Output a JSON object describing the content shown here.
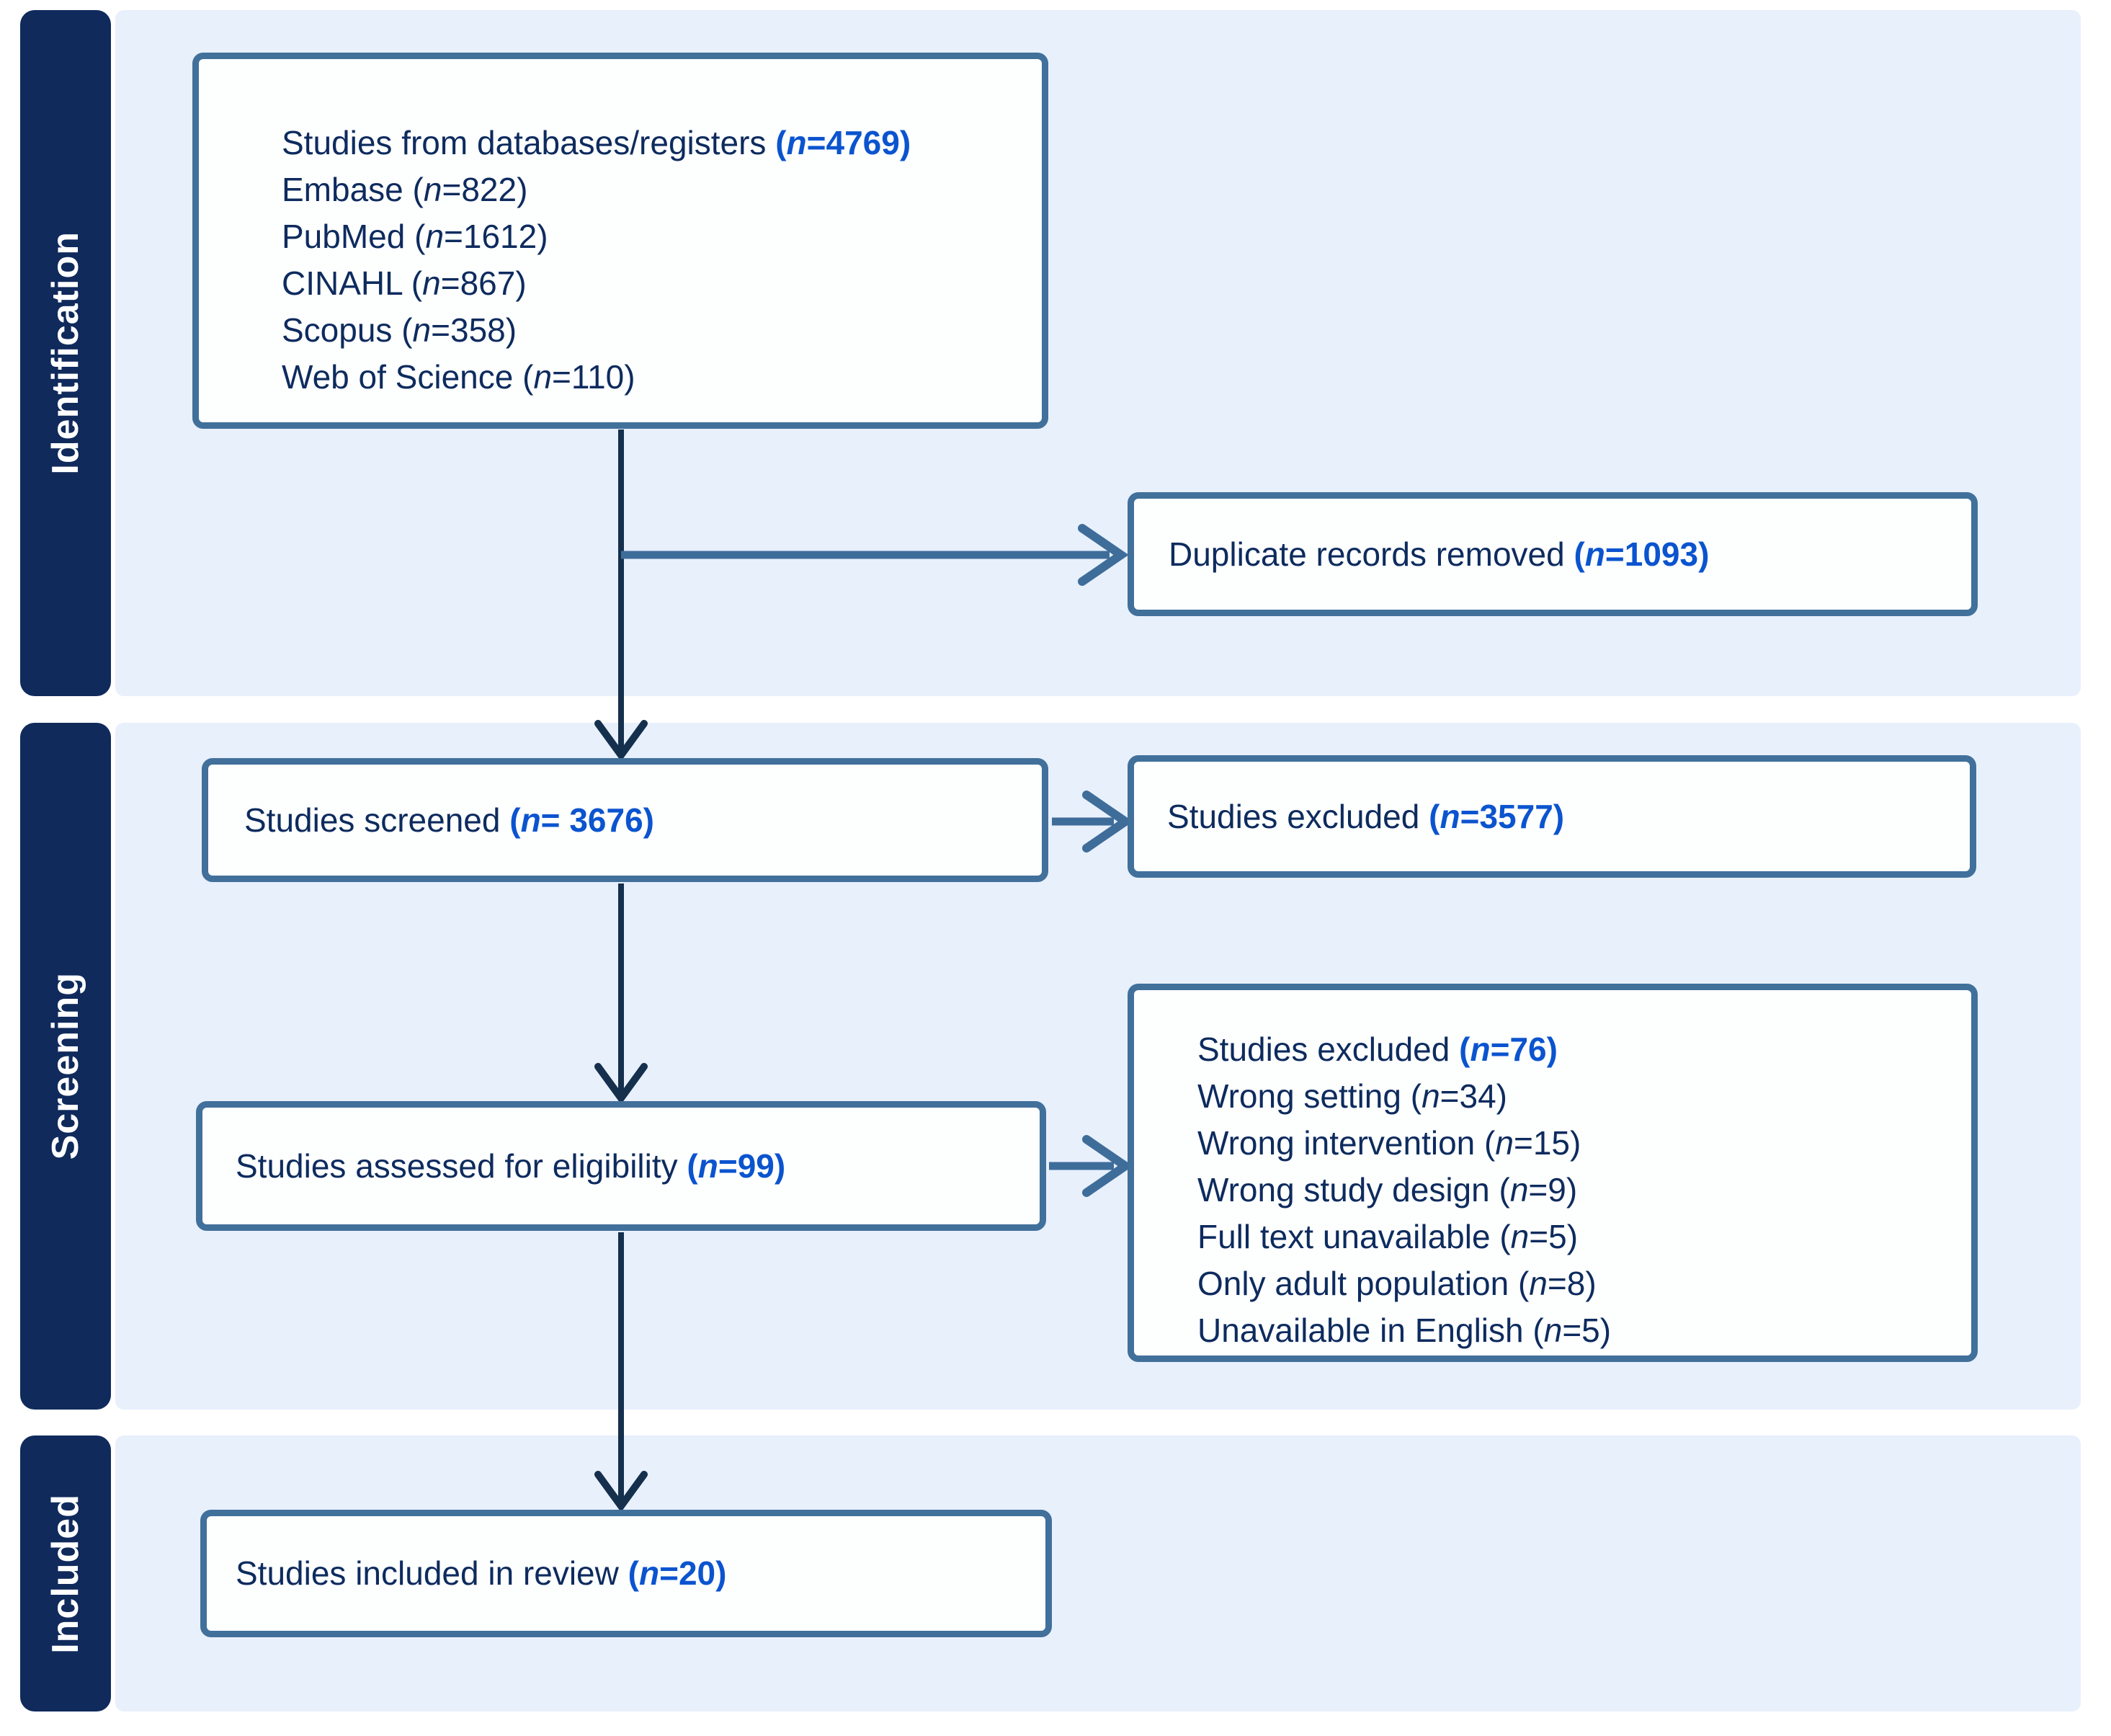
{
  "colors": {
    "navy": "#102a5c",
    "panel": "#e8f0fc",
    "box-border": "#41709b",
    "dark-arrow": "#15304d",
    "steel-arrow": "#3f6d9a",
    "text-navy": "#0d2b5e",
    "accent-blue": "#0b54cf",
    "label-white": "#ffffff"
  },
  "sections": [
    {
      "label": "Identification"
    },
    {
      "label": "Screening"
    },
    {
      "label": "Included"
    }
  ],
  "boxes": {
    "databases": {
      "title": {
        "pre": "Studies from databases/registers ",
        "open": "(",
        "n": "n",
        "rest": "=4769)"
      },
      "rows": [
        {
          "pre": "Embase (",
          "n": "n",
          "rest": "=822)"
        },
        {
          "pre": "PubMed (",
          "n": "n",
          "rest": "=1612)"
        },
        {
          "pre": "CINAHL (",
          "n": "n",
          "rest": "=867)"
        },
        {
          "pre": "Scopus (",
          "n": "n",
          "rest": "=358)"
        },
        {
          "pre": "Web of Science (",
          "n": "n",
          "rest": "=110)"
        }
      ]
    },
    "duplicates": {
      "pre": "Duplicate records removed ",
      "open": "(",
      "n": "n",
      "rest": "=1093)"
    },
    "screened": {
      "pre": "Studies screened ",
      "open": "(",
      "n": "n",
      "rest": "= 3676)"
    },
    "excluded_screening": {
      "pre": "Studies excluded ",
      "open": "(",
      "n": "n",
      "rest": "=3577)"
    },
    "eligibility": {
      "pre": "Studies assessed for eligibility ",
      "open": "(",
      "n": "n",
      "rest": "=99)"
    },
    "excluded_eligibility": {
      "title": {
        "pre": "Studies excluded ",
        "open": "(",
        "n": "n",
        "rest": "=76)"
      },
      "rows": [
        {
          "pre": "Wrong setting (",
          "n": "n",
          "rest": "=34)"
        },
        {
          "pre": "Wrong intervention (",
          "n": "n",
          "rest": "=15)"
        },
        {
          "pre": "Wrong study design (",
          "n": "n",
          "rest": "=9)"
        },
        {
          "pre": "Full text unavailable (",
          "n": "n",
          "rest": "=5)"
        },
        {
          "pre": "Only adult population (",
          "n": "n",
          "rest": "=8)"
        },
        {
          "pre": "Unavailable in English (",
          "n": "n",
          "rest": "=5)"
        }
      ]
    },
    "included": {
      "pre": "Studies included in review ",
      "open": "(",
      "n": "n",
      "rest": "=20)"
    }
  }
}
